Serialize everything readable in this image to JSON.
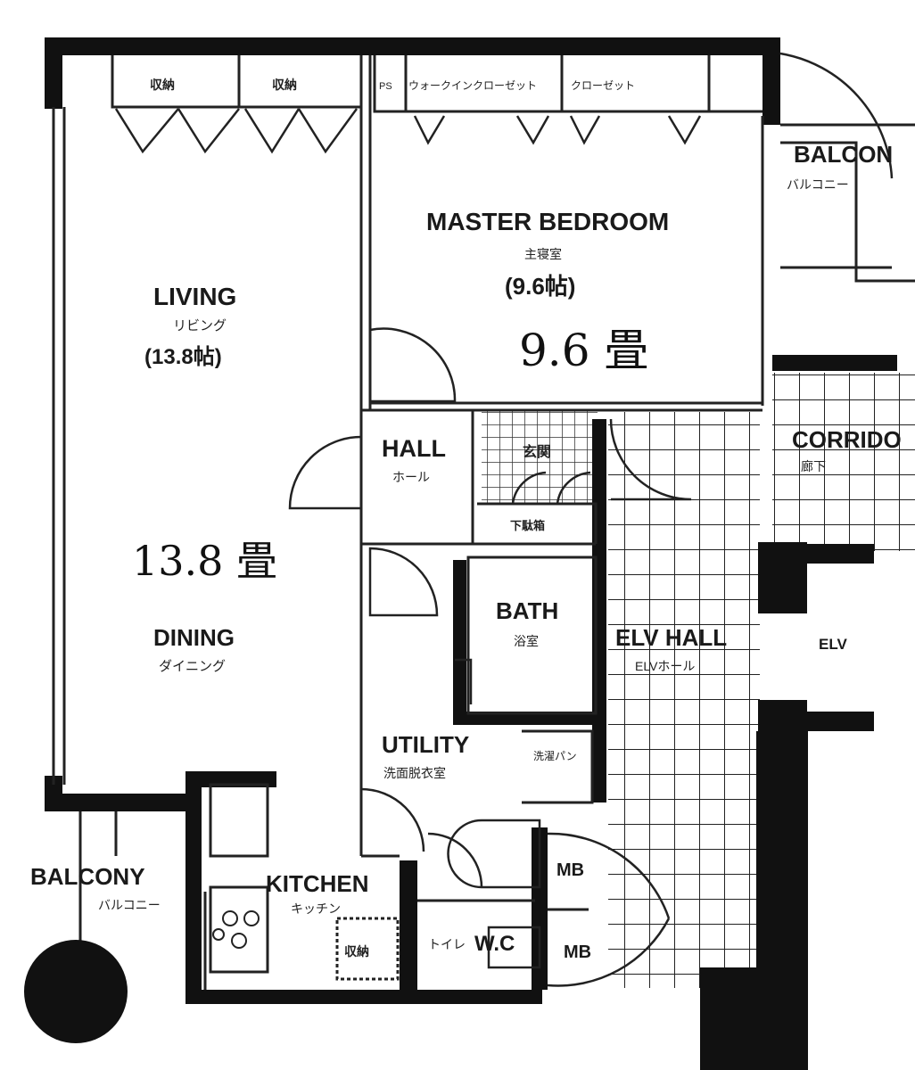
{
  "rooms": {
    "living": {
      "en": "LIVING",
      "jp": "リビング",
      "size": "(13.8帖)"
    },
    "living_mat": "13.8 畳",
    "dining": {
      "en": "DINING",
      "jp": "ダイニング"
    },
    "master": {
      "en": "MASTER BEDROOM",
      "jp": "主寝室",
      "size": "(9.6帖)"
    },
    "master_mat": "9.6 畳",
    "hall": {
      "en": "HALL",
      "jp": "ホール"
    },
    "entrance": "玄関",
    "shoe": "下駄箱",
    "bath": {
      "en": "BATH",
      "jp": "浴室"
    },
    "utility": {
      "en": "UTILITY",
      "jp": "洗面脱衣室"
    },
    "pan": "洗濯パン",
    "kitchen": {
      "en": "KITCHEN",
      "jp": "キッチン"
    },
    "storage": "収納",
    "mb1": "MB",
    "mb2": "MB",
    "wc": "W.C",
    "toilet": "トイレ",
    "balcony_left": {
      "en": "BALCONY",
      "jp": "バルコニー"
    },
    "balcony_right": {
      "en": "BALCON",
      "jp": "バルコニー"
    },
    "corridor": {
      "en": "CORRIDO",
      "jp": "廊下"
    },
    "elv_hall": {
      "en": "ELV HALL",
      "jp": "ELVホール"
    },
    "elv": "ELV"
  },
  "closets": {
    "c1": "収納",
    "c2": "収納",
    "c3": "PS",
    "c4": "ウォークインクローゼット",
    "c5": "クローゼット"
  }
}
